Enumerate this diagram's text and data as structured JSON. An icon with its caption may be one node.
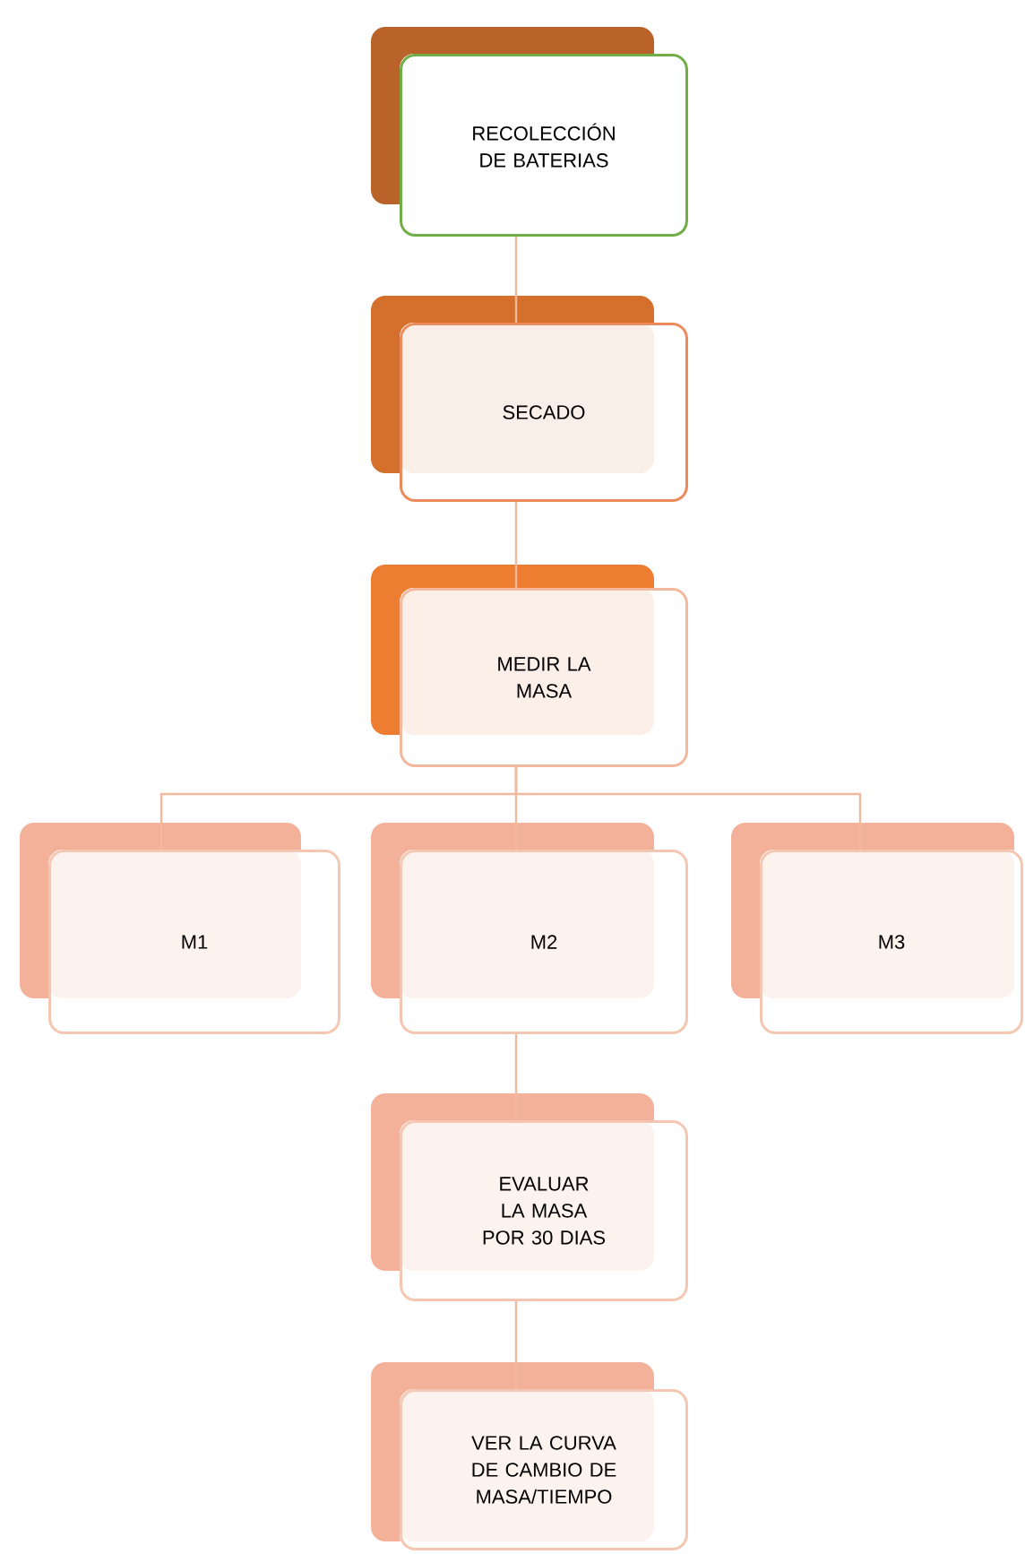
{
  "diagram": {
    "nodes": [
      {
        "text": [
          "RECOLECCIÓN DE BATERIAS"
        ]
      },
      {
        "text": [
          "SECADO"
        ]
      },
      {
        "text": [
          "MEDIR LA MASA"
        ]
      },
      {
        "text": [
          "M1"
        ]
      },
      {
        "text": [
          "M2"
        ]
      },
      {
        "text": [
          "M3"
        ]
      },
      {
        "text": [
          "EVALUAR LA MASA POR 30 DIAS"
        ]
      },
      {
        "text": [
          "VER LA CURVA DE CAMBIO DE MASA/TIEMPO"
        ]
      }
    ],
    "edges": [
      {
        "from": 0,
        "to": 1,
        "arrow": "none"
      },
      {
        "from": 1,
        "to": 2,
        "arrow": "none"
      },
      {
        "from": 2,
        "to": 3,
        "arrow": "none"
      },
      {
        "from": 2,
        "to": 4,
        "arrow": "none"
      },
      {
        "from": 2,
        "to": 5,
        "arrow": "none"
      },
      {
        "from": 4,
        "to": 6,
        "arrow": "none"
      },
      {
        "from": 6,
        "to": 7,
        "arrow": "none"
      }
    ]
  }
}
